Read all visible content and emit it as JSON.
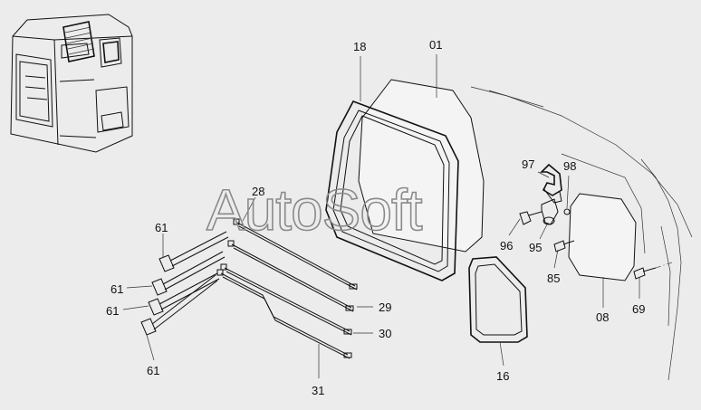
{
  "watermark": "AutoSoft",
  "callouts": {
    "c18": "18",
    "c01": "01",
    "c97": "97",
    "c98": "98",
    "c28": "28",
    "c61a": "61",
    "c61b": "61",
    "c61c": "61",
    "c61d": "61",
    "c96": "96",
    "c95": "95",
    "c85": "85",
    "c08": "08",
    "c69": "69",
    "c29": "29",
    "c30": "30",
    "c31": "31",
    "c16": "16"
  }
}
